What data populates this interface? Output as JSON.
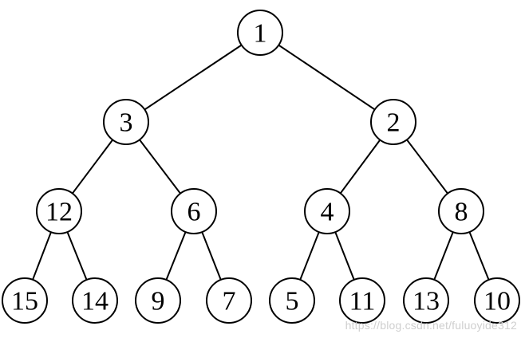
{
  "tree": {
    "nodes": [
      {
        "id": "n1",
        "label": "1"
      },
      {
        "id": "n3",
        "label": "3"
      },
      {
        "id": "n2",
        "label": "2"
      },
      {
        "id": "n12",
        "label": "12"
      },
      {
        "id": "n6",
        "label": "6"
      },
      {
        "id": "n4",
        "label": "4"
      },
      {
        "id": "n8",
        "label": "8"
      },
      {
        "id": "n15",
        "label": "15"
      },
      {
        "id": "n14",
        "label": "14"
      },
      {
        "id": "n9",
        "label": "9"
      },
      {
        "id": "n7",
        "label": "7"
      },
      {
        "id": "n5",
        "label": "5"
      },
      {
        "id": "n11",
        "label": "11"
      },
      {
        "id": "n13",
        "label": "13"
      },
      {
        "id": "n10",
        "label": "10"
      }
    ],
    "edges": [
      [
        "n1",
        "n3"
      ],
      [
        "n1",
        "n2"
      ],
      [
        "n3",
        "n12"
      ],
      [
        "n3",
        "n6"
      ],
      [
        "n2",
        "n4"
      ],
      [
        "n2",
        "n8"
      ],
      [
        "n12",
        "n15"
      ],
      [
        "n12",
        "n14"
      ],
      [
        "n6",
        "n9"
      ],
      [
        "n6",
        "n7"
      ],
      [
        "n4",
        "n5"
      ],
      [
        "n4",
        "n11"
      ],
      [
        "n8",
        "n13"
      ],
      [
        "n8",
        "n10"
      ]
    ]
  },
  "watermark": "https://blog.csdn.net/fuluoyide312"
}
